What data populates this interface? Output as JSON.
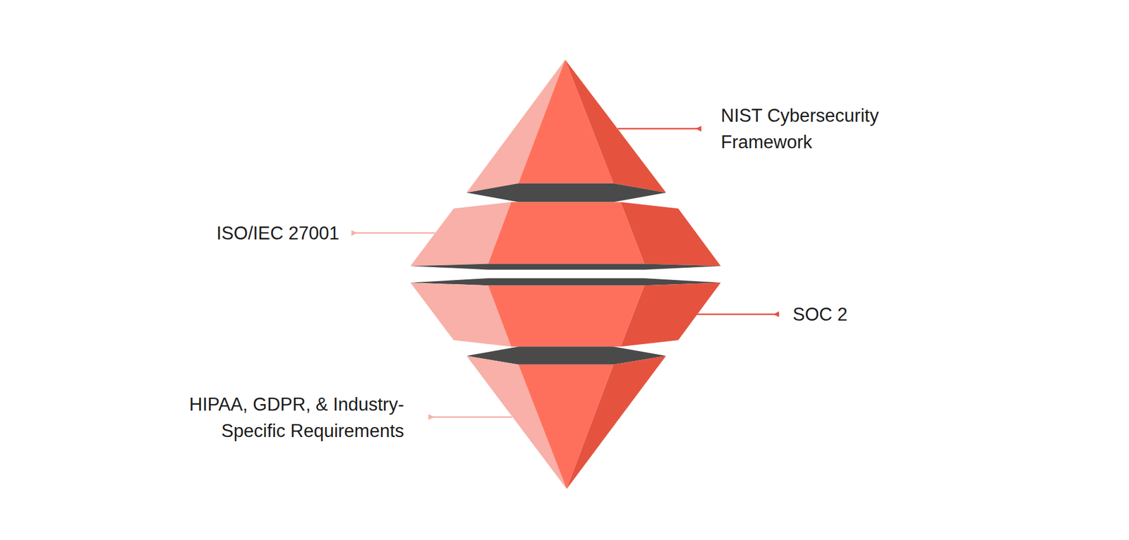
{
  "diagram": {
    "labels": [
      "NIST Cybersecurity Framework",
      "ISO/IEC 27001",
      "SOC 2",
      "HIPAA, GDPR, & Industry- Specific Requirements"
    ]
  }
}
